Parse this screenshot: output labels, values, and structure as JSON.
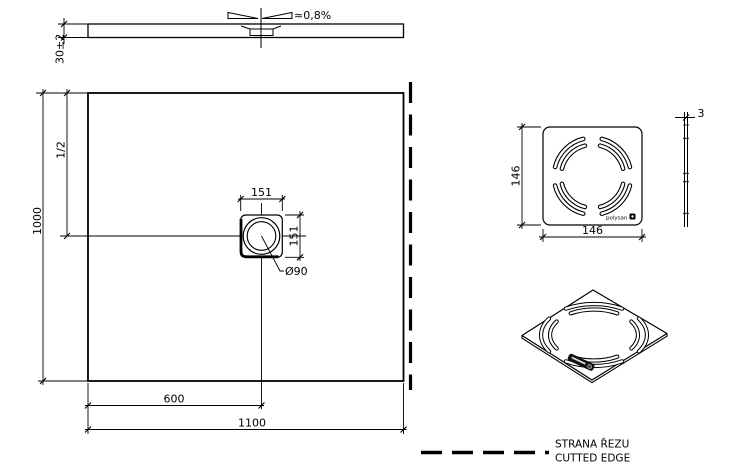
{
  "colors": {
    "line": "#000000",
    "background": "#ffffff"
  },
  "side_view": {
    "thickness": "30±2",
    "slope": "≈0,8%"
  },
  "plan_view": {
    "height": "1000",
    "half": "1/2",
    "drain_width": "151",
    "drain_height": "151",
    "drain_diameter": "Ø90",
    "drain_offset": "600",
    "width": "1100"
  },
  "cover": {
    "width": "146",
    "height": "146",
    "thickness": "3",
    "brand": "polysan"
  },
  "legend": {
    "line1": "STRANA ŘEZU",
    "line2": "CUTTED EDGE"
  }
}
